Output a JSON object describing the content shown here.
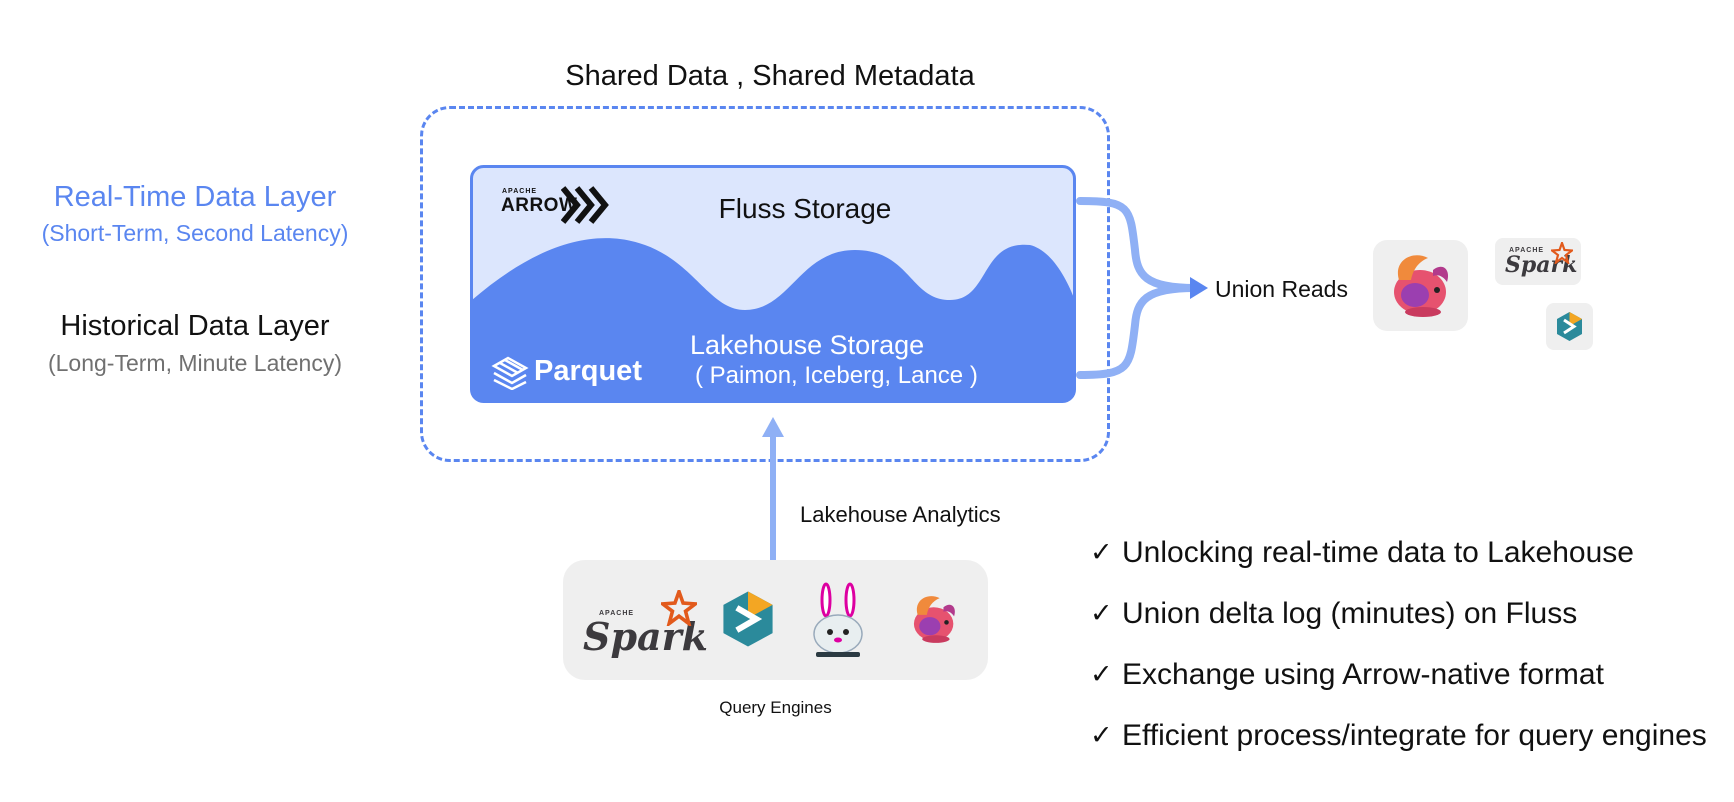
{
  "shared_title": "Shared Data , Shared Metadata",
  "layers": {
    "realtime": {
      "title": "Real-Time Data Layer",
      "subtitle": "(Short-Term, Second Latency)"
    },
    "historical": {
      "title": "Historical Data Layer",
      "subtitle": "(Long-Term, Minute Latency)"
    }
  },
  "storage": {
    "fluss_label": "Fluss Storage",
    "lake_label": "Lakehouse Storage",
    "lake_formats": "( Paimon, Iceberg, Lance )",
    "arrow_logo": {
      "small": "APACHE",
      "text": "ARROW"
    },
    "parquet_logo": "Parquet"
  },
  "union_reads": "Union Reads",
  "lakehouse_analytics": "Lakehouse Analytics",
  "query_engines": "Query Engines",
  "spark_logo": {
    "small": "APACHE",
    "text": "Spark"
  },
  "bullets": [
    "Unlocking real-time data to Lakehouse",
    "Union delta log (minutes) on Fluss",
    "Exchange using Arrow-native format",
    "Efficient process/integrate for query engines"
  ],
  "check_mark": "✓",
  "colors": {
    "accent_blue": "#5a86f0",
    "light_blue": "#dce6fd",
    "arrow_blue": "#8fb0f5",
    "card_gray": "#efefef",
    "spark_orange": "#e25a1c",
    "flink_red": "#e6526f"
  }
}
